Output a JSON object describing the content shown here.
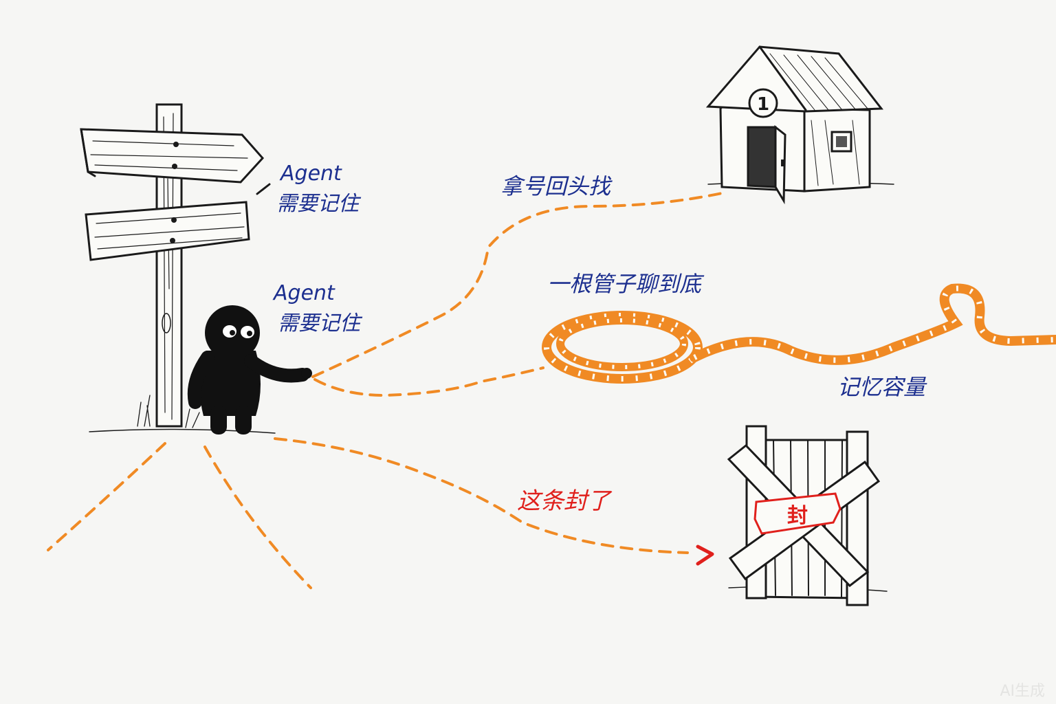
{
  "labels": {
    "signpost_note_line1": "Agent",
    "signpost_note_line2": "需要记住",
    "character_note_line1": "Agent",
    "character_note_line2": "需要记住",
    "house_route": "拿号回头找",
    "hose_route": "一根管子聊到底",
    "memory_capacity": "记忆容量",
    "blocked_route": "这条封了",
    "seal_tape": "封",
    "house_number": "1",
    "watermark": "AI生成"
  },
  "colors": {
    "path_orange": "#f08a24",
    "label_blue": "#1c2f8f",
    "label_red": "#e0201c",
    "ink": "#1a1a1a",
    "paper": "#f6f6f4"
  },
  "icons": {
    "signpost": "signpost-icon",
    "character": "shadow-creature-icon",
    "house": "house-icon",
    "hose": "coiled-hose-icon",
    "gate": "boarded-gate-icon"
  }
}
